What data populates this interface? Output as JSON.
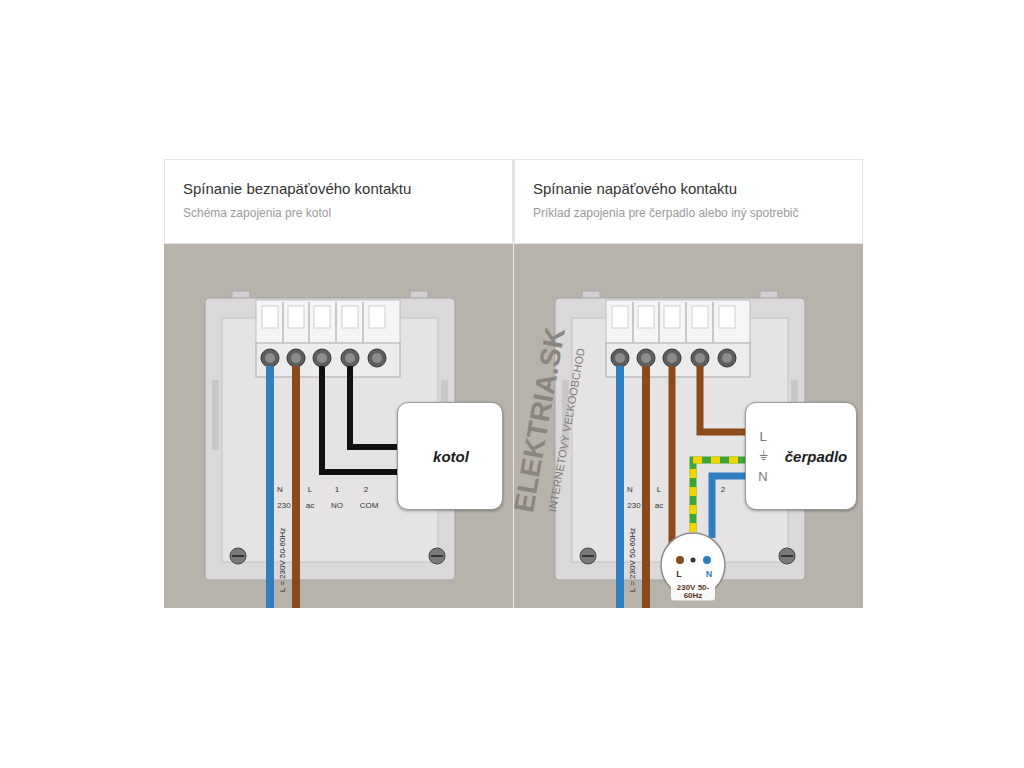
{
  "diagram": {
    "nodes": [
      {
        "text": [
          "Spínanie beznapäťového kontaktu",
          "Schéma zapojenia pre kotol"
        ]
      },
      {
        "text": [
          "Spínanie napäťového kontaktu",
          "Príklad zapojenia pre čerpadlo alebo iný spotrebič"
        ]
      },
      {
        "text": [
          "kotol"
        ]
      },
      {
        "text": [
          "L",
          "⏚",
          "N",
          "čerpadlo"
        ]
      },
      {
        "text": [
          "L",
          "N",
          "230V 50-60Hz"
        ]
      }
    ],
    "edges": [
      {
        "from": 4,
        "to": 3,
        "arrow": "none"
      },
      {
        "from": 4,
        "to": 3,
        "arrow": "none"
      }
    ],
    "labels": [
      "N",
      "230",
      "L",
      "ac",
      "1",
      "NO",
      "2",
      "COM",
      "L = 230V 50-60Hz",
      "N",
      "230",
      "L",
      "ac",
      "2",
      "L = 230V 50-60Hz",
      "ELEKTRIA.SK",
      "INTERNETOVÝ VEĽKOOBCHOD"
    ]
  }
}
